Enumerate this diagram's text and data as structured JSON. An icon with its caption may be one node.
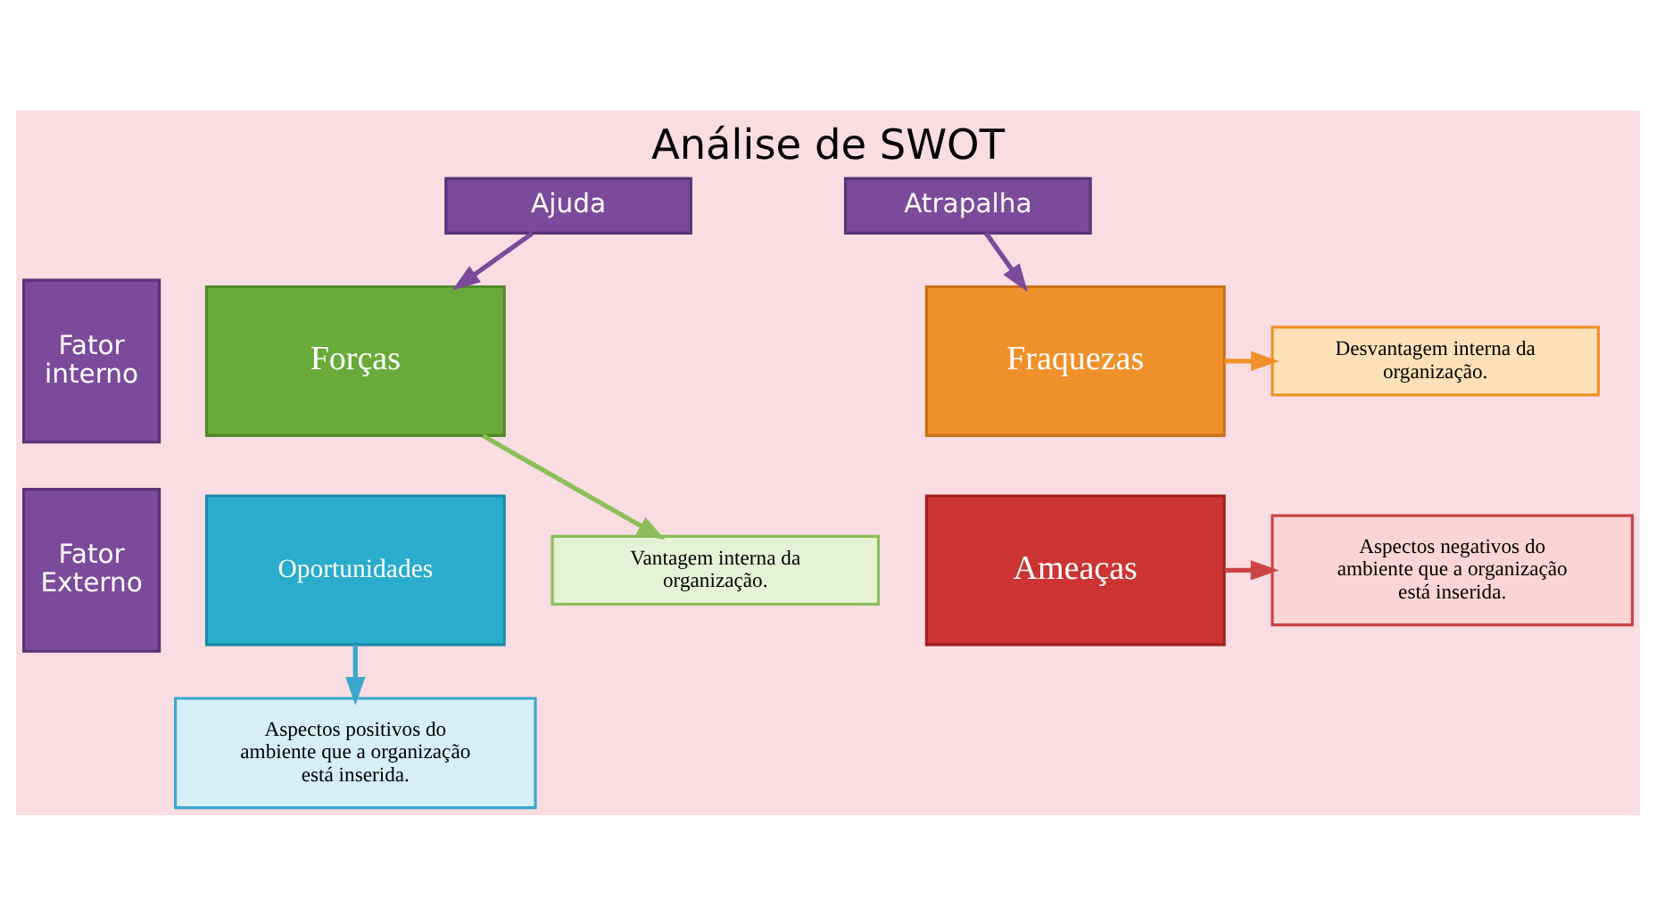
{
  "diagram": {
    "title": "Análise de SWOT",
    "nodes": [
      {
        "text": [
          "Ajuda"
        ]
      },
      {
        "text": [
          "Atrapalha"
        ]
      },
      {
        "text": [
          "Fator interno"
        ]
      },
      {
        "text": [
          "Forças"
        ]
      },
      {
        "text": [
          "Fraquezas"
        ]
      },
      {
        "text": [
          "Desvantagem interna da organização."
        ]
      },
      {
        "text": [
          "Vantagem interna da organização."
        ]
      },
      {
        "text": [
          "Fator Externo"
        ]
      },
      {
        "text": [
          "Oportunidades"
        ]
      },
      {
        "text": [
          "Ameaças"
        ]
      },
      {
        "text": [
          "Aspectos negativos do ambiente que a organização está inserida."
        ]
      },
      {
        "text": [
          "Aspectos positivos do ambiente que a organização está inserida."
        ]
      }
    ],
    "edges": [
      {
        "from": 0,
        "to": 3,
        "arrow": "to",
        "color": "#7b4a9a"
      },
      {
        "from": 1,
        "to": 4,
        "arrow": "to",
        "color": "#7b4a9a"
      },
      {
        "from": 4,
        "to": 5,
        "arrow": "to",
        "color": "#f0902a"
      },
      {
        "from": 3,
        "to": 6,
        "arrow": "to",
        "color": "#8cbf5a"
      },
      {
        "from": 9,
        "to": 10,
        "arrow": "to",
        "color": "#cc4444"
      },
      {
        "from": 8,
        "to": 11,
        "arrow": "to",
        "color": "#3aa8cc"
      }
    ]
  }
}
